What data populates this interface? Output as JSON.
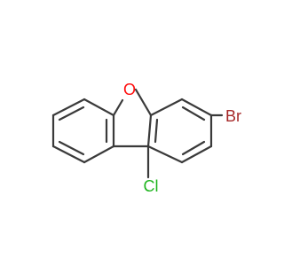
{
  "molecule": {
    "atoms": {
      "oxygen": "O",
      "bromine": "Br",
      "chlorine": "Cl"
    },
    "colors": {
      "bond": "#3a3a3a",
      "oxygen": "#ff0d0d",
      "bromine": "#a62929",
      "chlorine": "#1fb51f"
    }
  }
}
